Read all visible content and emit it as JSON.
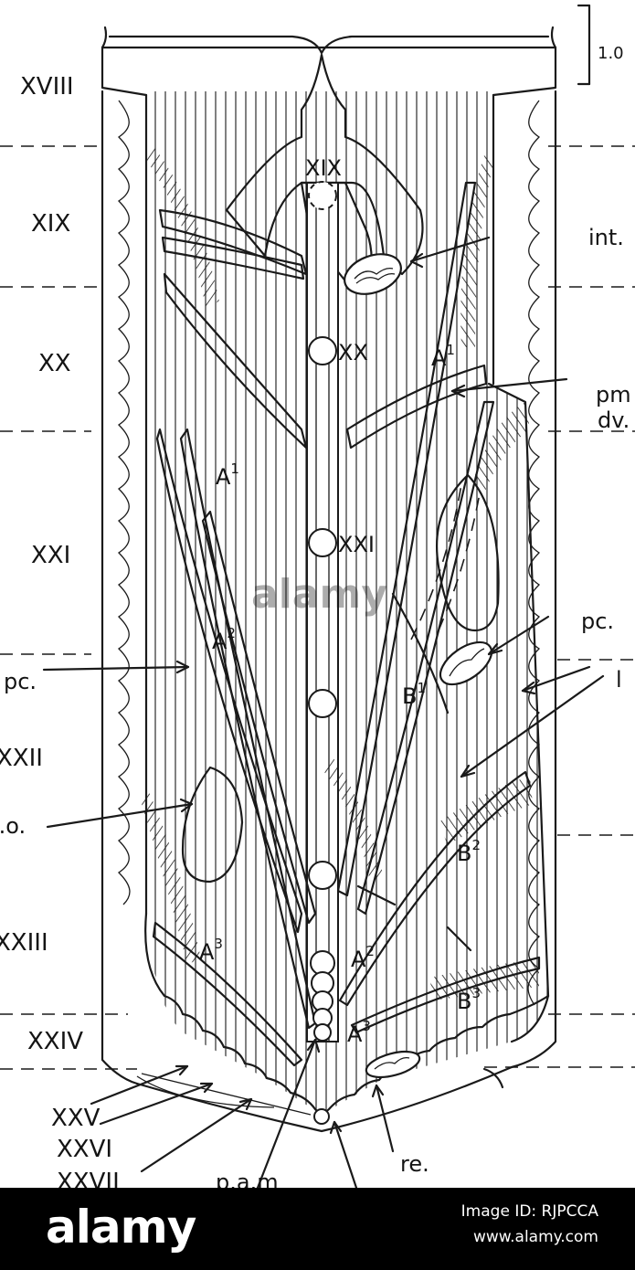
{
  "scale_bar_label": "1.0",
  "segment_labels": [
    "XVIII",
    "XIX",
    "XX",
    "XXI",
    "XXII",
    "XXIII",
    "XXIV",
    "XXV",
    "XXVI",
    "XXVII"
  ],
  "ganglion_labels": [
    "XIX",
    "XX",
    "XXI"
  ],
  "structure_labels": {
    "int": "int.",
    "pm": "pm",
    "dv": "dv.",
    "pc_right": "pc.",
    "pc_left": "pc.",
    "l_right": "l",
    "lo": "l.o.",
    "re": "re.",
    "pam": "p.a.m"
  },
  "muscle_labels": [
    {
      "base": "A",
      "sup": "1"
    },
    {
      "base": "A",
      "sup": "1"
    },
    {
      "base": "A",
      "sup": "2"
    },
    {
      "base": "A",
      "sup": "2"
    },
    {
      "base": "A",
      "sup": "3"
    },
    {
      "base": "A",
      "sup": "3"
    },
    {
      "base": "B",
      "sup": "1"
    },
    {
      "base": "B",
      "sup": "2"
    },
    {
      "base": "B",
      "sup": "3"
    }
  ],
  "watermark": "alamy",
  "footer": {
    "brand": "alamy",
    "image_code": "Image ID: RJPCCA",
    "url": "www.alamy.com"
  }
}
